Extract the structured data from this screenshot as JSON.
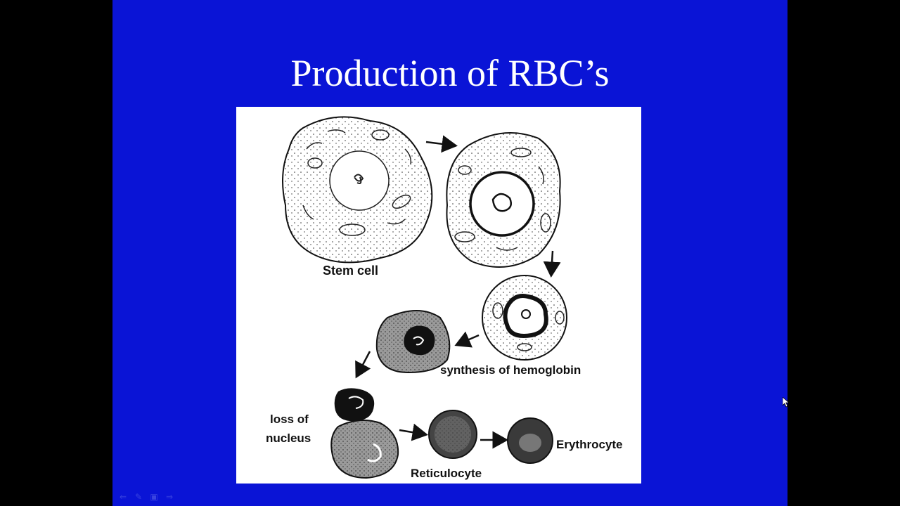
{
  "slide": {
    "title": "Production of RBC’s",
    "background": "#0a14d6"
  },
  "diagram": {
    "labels": {
      "stem_cell": "Stem cell",
      "synthesis": "synthesis of hemoglobin",
      "loss_line1": "loss of",
      "loss_line2": "nucleus",
      "reticulocyte": "Reticulocyte",
      "erythrocyte": "Erythrocyte"
    }
  },
  "nav": {
    "icons": [
      "arrow-left-icon",
      "pen-icon",
      "menu-icon",
      "arrow-right-icon"
    ]
  }
}
